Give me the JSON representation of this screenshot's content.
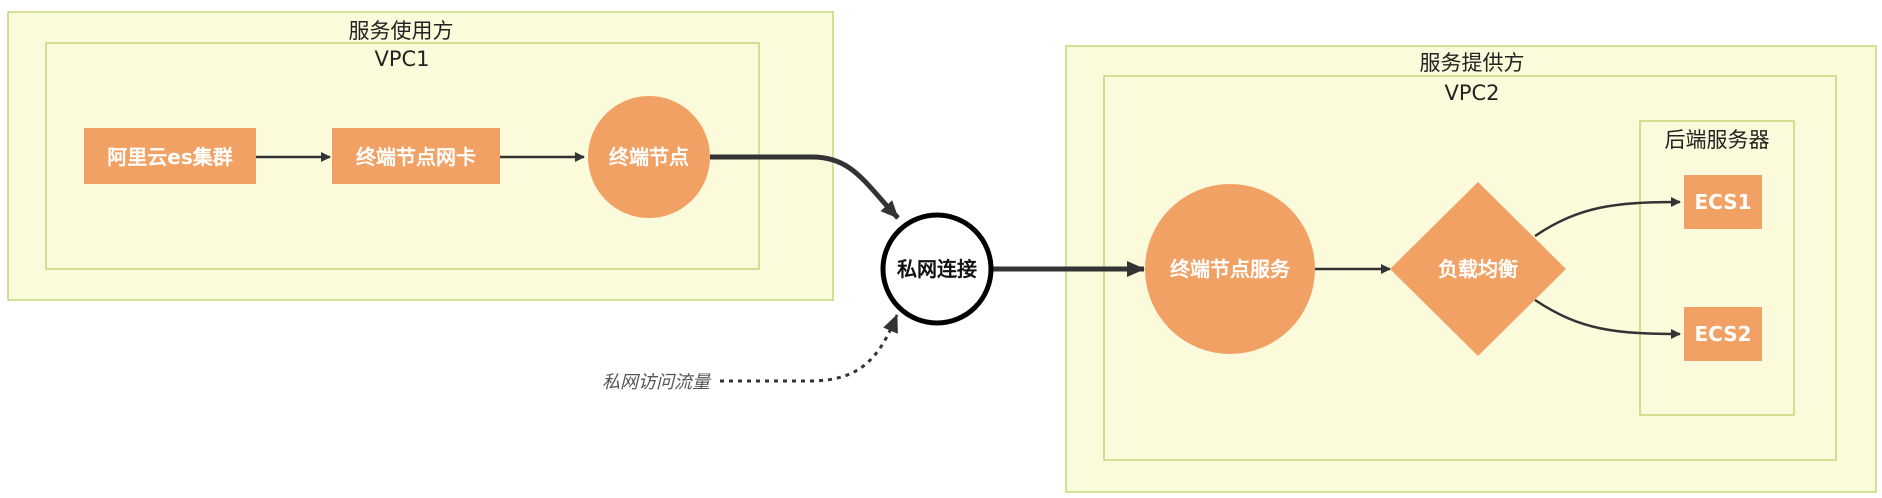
{
  "consumer": {
    "title": "服务使用方",
    "vpc": "VPC1",
    "nodes": {
      "es_cluster": "阿里云es集群",
      "endpoint_nic": "终端节点网卡",
      "endpoint": "终端节点"
    }
  },
  "private_link": "私网连接",
  "traffic_note": "私网访问流量",
  "provider": {
    "title": "服务提供方",
    "vpc": "VPC2",
    "nodes": {
      "endpoint_service": "终端节点服务",
      "load_balancer": "负载均衡"
    },
    "backend": {
      "title": "后端服务器",
      "servers": [
        "ECS1",
        "ECS2"
      ]
    }
  },
  "colors": {
    "container_fill": "#fbfbdc",
    "container_border": "#c5d67a",
    "node_fill": "#f2a164",
    "edge": "#333333"
  }
}
